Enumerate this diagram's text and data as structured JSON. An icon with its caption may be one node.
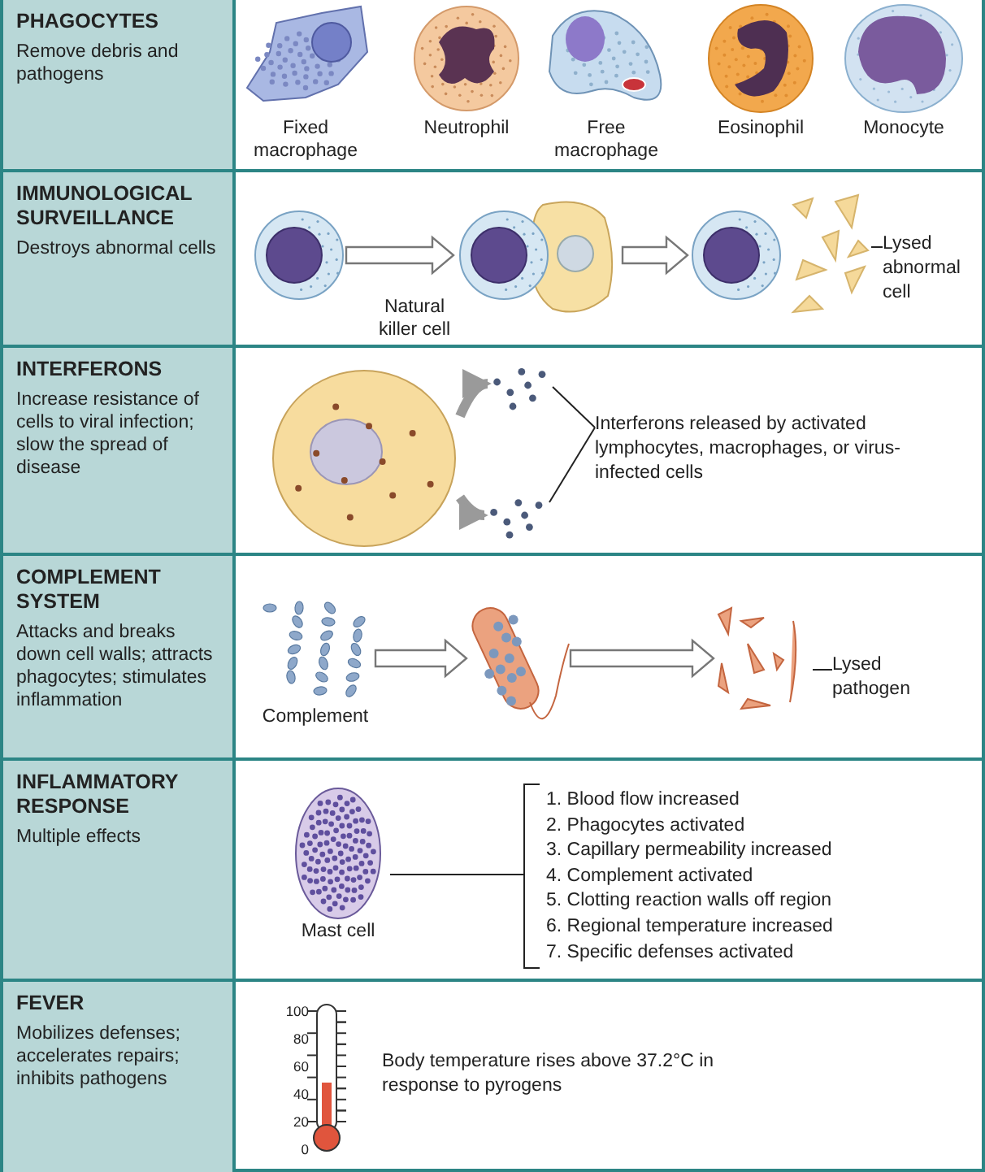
{
  "diagram": {
    "nodes": [
      {
        "text": [
          "PHAGOCYTES",
          "Remove debris and pathogens"
        ]
      },
      {
        "text": [
          "Fixed macrophage"
        ]
      },
      {
        "text": [
          "Neutrophil"
        ]
      },
      {
        "text": [
          "Free macrophage"
        ]
      },
      {
        "text": [
          "Eosinophil"
        ]
      },
      {
        "text": [
          "Monocyte"
        ]
      },
      {
        "text": [
          "IMMUNOLOGICAL SURVEILLANCE",
          "Destroys abnormal cells"
        ]
      },
      {
        "text": [],
        "shape": "picture"
      },
      {
        "text": [],
        "shape": "picture",
        "beside": [
          "Natural killer cell"
        ]
      },
      {
        "text": [],
        "shape": "picture"
      },
      {
        "text": [],
        "shape": "picture"
      },
      {
        "text": [
          "Lysed abnormal cell"
        ]
      },
      {
        "text": [
          "INTERFERONS",
          "Increase resistance of cells to viral infection; slow the spread of disease"
        ]
      },
      {
        "text": [],
        "shape": "picture"
      },
      {
        "text": [],
        "shape": "picture"
      },
      {
        "text": [],
        "shape": "picture"
      },
      {
        "text": [
          "Interferons released by activated lymphocytes, macrophages, or virus-infected cells"
        ]
      },
      {
        "text": [
          "COMPLEMENT SYSTEM",
          "Attacks and breaks down cell walls; attracts phagocytes; stimulates inflammation"
        ]
      },
      {
        "text": [
          "Complement"
        ]
      },
      {
        "text": [],
        "shape": "picture"
      },
      {
        "text": [],
        "shape": "picture"
      },
      {
        "text": [
          "Lysed pathogen"
        ]
      },
      {
        "text": [
          "INFLAMMATORY RESPONSE",
          "Multiple effects"
        ]
      },
      {
        "text": [
          "Mast cell"
        ]
      },
      {
        "text": [
          "1. Blood flow increased",
          "2. Phagocytes activated",
          "3. Capillary permeability increased",
          "4. Complement activated",
          "5. Clotting reaction walls off region",
          "6. Regional temperature increased",
          "7. Specific defenses activated"
        ]
      },
      {
        "text": [
          "FEVER",
          "Mobilizes defenses; accelerates repairs; inhibits pathogens"
        ]
      },
      {
        "text": [],
        "shape": "picture",
        "beside": [
          "Body temperature rises above 37.2°C in response to pyrogens"
        ]
      }
    ],
    "edges": [
      {
        "from": 7,
        "to": 8,
        "arrow": "to"
      },
      {
        "from": 8,
        "to": 9,
        "arrow": "to"
      },
      {
        "from": 11,
        "to": 10,
        "arrow": "none"
      },
      {
        "from": 13,
        "to": 14,
        "arrow": "to",
        "style": "thick",
        "color": "#9a9a9a"
      },
      {
        "from": 13,
        "to": 15,
        "arrow": "to",
        "style": "thick",
        "color": "#9a9a9a"
      },
      {
        "from": 16,
        "to": 14,
        "arrow": "none"
      },
      {
        "from": 16,
        "to": 15,
        "arrow": "none"
      },
      {
        "from": 18,
        "to": 19,
        "arrow": "to"
      },
      {
        "from": 19,
        "to": 20,
        "arrow": "to"
      },
      {
        "from": 21,
        "to": 20,
        "arrow": "none"
      },
      {
        "from": 23,
        "to": 24,
        "arrow": "none"
      }
    ],
    "labels": [
      "100",
      "80",
      "60",
      "40",
      "20",
      "0"
    ]
  }
}
